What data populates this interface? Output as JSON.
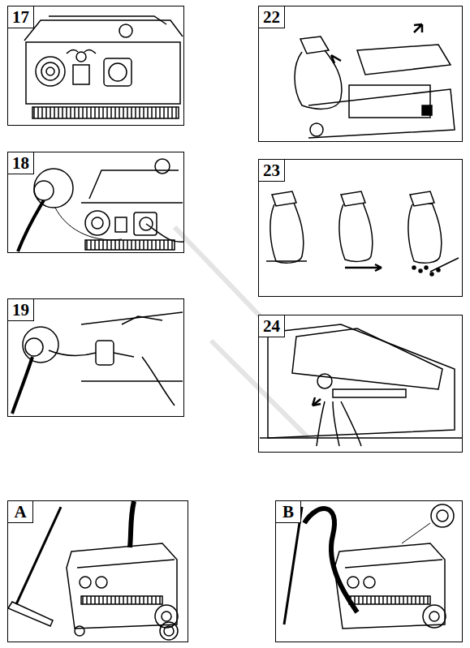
{
  "diagram": {
    "nodes": [
      {
        "text": [
          "17"
        ]
      },
      {
        "text": [
          "18"
        ]
      },
      {
        "text": [
          "19"
        ]
      },
      {
        "text": [
          "22"
        ]
      },
      {
        "text": [
          "23"
        ]
      },
      {
        "text": [
          "24"
        ]
      },
      {
        "text": [
          "A"
        ]
      },
      {
        "text": [
          "B"
        ]
      }
    ]
  }
}
